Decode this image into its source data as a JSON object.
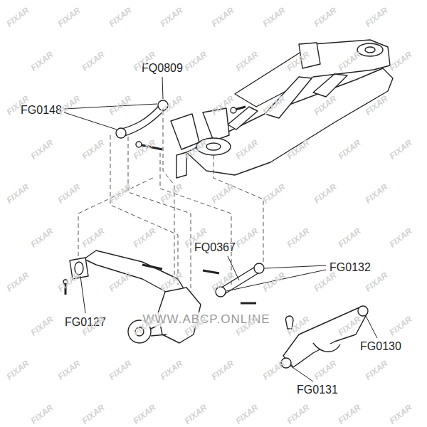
{
  "diagram": {
    "labels": [
      "FQ0809",
      "FG0148",
      "FQ0367",
      "FG0132",
      "FG0127",
      "FG0130",
      "FG0131",
      "WWW.ABCP.ONLINE",
      "FIXAR",
      "FIXAR",
      "FIXAR",
      "FIXAR",
      "FIXAR",
      "FIXAR",
      "FIXAR",
      "FIXAR",
      "FIXAR",
      "FIXAR",
      "FIXAR",
      "FIXAR",
      "FIXAR",
      "FIXAR",
      "FIXAR",
      "FIXAR",
      "FIXAR",
      "FIXAR",
      "FIXAR",
      "FIXAR",
      "FIXAR",
      "FIXAR",
      "FIXAR",
      "FIXAR",
      "FIXAR",
      "FIXAR",
      "FIXAR",
      "FIXAR",
      "FIXAR",
      "FIXAR",
      "FIXAR",
      "FIXAR",
      "FIXAR",
      "FIXAR",
      "FIXAR",
      "FIXAR",
      "FIXAR",
      "FIXAR",
      "FIXAR",
      "FIXAR",
      "FIXAR",
      "FIXAR",
      "FIXAR",
      "FIXAR",
      "FIXAR",
      "FIXAR",
      "FIXAR",
      "FIXAR",
      "FIXAR",
      "FIXAR",
      "FIXAR",
      "FIXAR",
      "FIXAR",
      "FIXAR",
      "FIXAR",
      "FIXAR",
      "FIXAR",
      "FIXAR",
      "FIXAR",
      "FIXAR",
      "FIXAR",
      "FIXAR",
      "FIXAR",
      "FIXAR",
      "FIXAR",
      "FIXAR",
      "FIXAR",
      "FIXAR",
      "FIXAR",
      "FIXAR",
      "FIXAR",
      "FIXAR",
      "FIXAR",
      "FIXAR",
      "FIXAR",
      "FIXAR",
      "FIXAR",
      "FIXAR",
      "FIXAR",
      "FIXAR"
    ]
  }
}
